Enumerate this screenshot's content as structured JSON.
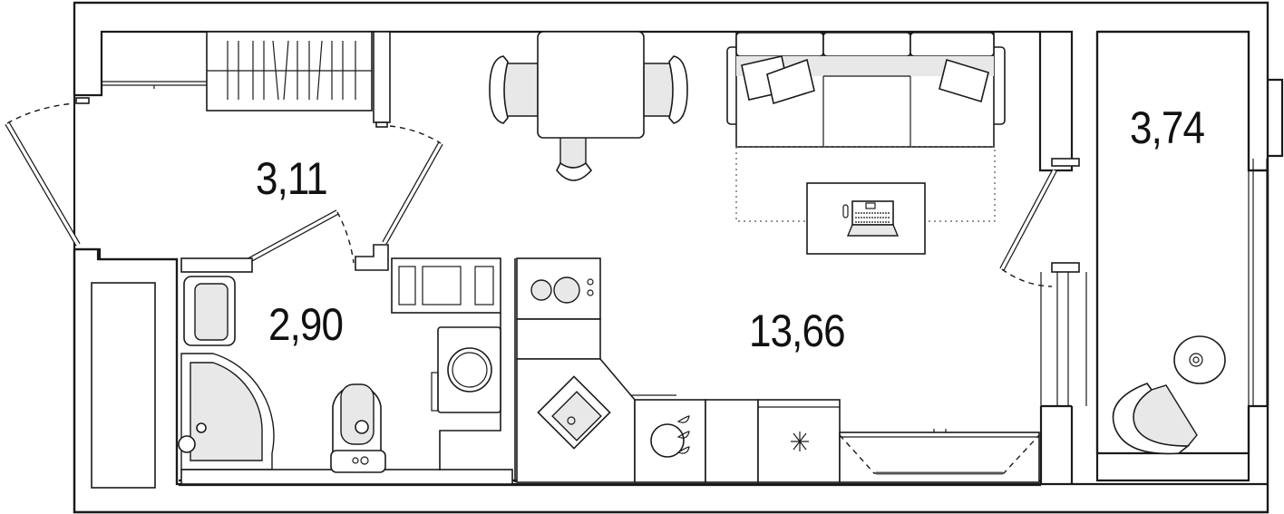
{
  "plan": {
    "type": "apartment-floor-plan",
    "colors": {
      "line": "#1a1a1a",
      "furniture_fill": "#e8e8e8",
      "background": "#ffffff"
    }
  },
  "rooms": [
    {
      "id": "hallway",
      "area": "3,11"
    },
    {
      "id": "bathroom",
      "area": "2,90"
    },
    {
      "id": "living-kitchen",
      "area": "13,66"
    },
    {
      "id": "balcony",
      "area": "3,74"
    }
  ],
  "furniture": {
    "hallway": [
      "wardrobe",
      "shelf"
    ],
    "bathroom": [
      "sink",
      "corner-shower",
      "toilet",
      "washing-machine",
      "cabinet"
    ],
    "living_kitchen": [
      "dining-table",
      "chairs",
      "sofa",
      "cushions",
      "rug",
      "coffee-table",
      "laptop",
      "stove",
      "kitchen-sink",
      "dishwasher",
      "fridge",
      "window-sill-desk"
    ],
    "balcony": [
      "armchair",
      "side-table"
    ]
  }
}
